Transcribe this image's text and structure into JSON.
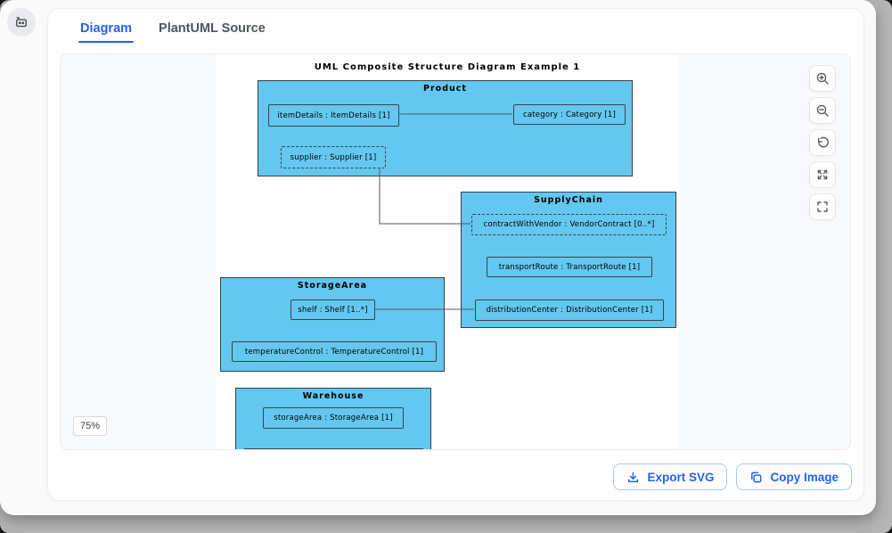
{
  "header": {
    "tabs": [
      {
        "label": "Diagram",
        "active": true
      },
      {
        "label": "PlantUML Source",
        "active": false
      }
    ]
  },
  "canvas": {
    "zoom_level": "75%"
  },
  "zoom_controls": [
    {
      "name": "zoom-in"
    },
    {
      "name": "zoom-out"
    },
    {
      "name": "reset-view"
    },
    {
      "name": "expand"
    },
    {
      "name": "fullscreen"
    }
  ],
  "footer": {
    "export_label": "Export SVG",
    "copy_label": "Copy Image"
  },
  "diagram": {
    "title": "UML Composite Structure Diagram Example 1",
    "components": [
      {
        "name": "Product",
        "parts": [
          {
            "label": "itemDetails : ItemDetails [1]",
            "style": "solid"
          },
          {
            "label": "category : Category [1]",
            "style": "solid"
          },
          {
            "label": "supplier : Supplier [1]",
            "style": "dashed"
          }
        ]
      },
      {
        "name": "SupplyChain",
        "parts": [
          {
            "label": "contractWithVendor : VendorContract [0..*]",
            "style": "dashed"
          },
          {
            "label": "transportRoute : TransportRoute [1]",
            "style": "solid"
          },
          {
            "label": "distributionCenter : DistributionCenter [1]",
            "style": "solid"
          }
        ]
      },
      {
        "name": "StorageArea",
        "parts": [
          {
            "label": "shelf : Shelf [1..*]",
            "style": "solid"
          },
          {
            "label": "temperatureControl : TemperatureControl [1]",
            "style": "solid"
          }
        ]
      },
      {
        "name": "Warehouse",
        "parts": [
          {
            "label": "storageArea : StorageArea [1]",
            "style": "solid"
          }
        ]
      }
    ],
    "connections": [
      {
        "from": "itemDetails",
        "to": "category"
      },
      {
        "from": "supplier",
        "to": "contractWithVendor"
      },
      {
        "from": "shelf",
        "to": "distributionCenter"
      }
    ]
  },
  "colors": {
    "accent": "#2563EB",
    "node_fill": "#63C7EF",
    "node_border": "#31414B",
    "canvas_bg": "#F8F9FA",
    "page_bg": "#B5B5B5"
  }
}
